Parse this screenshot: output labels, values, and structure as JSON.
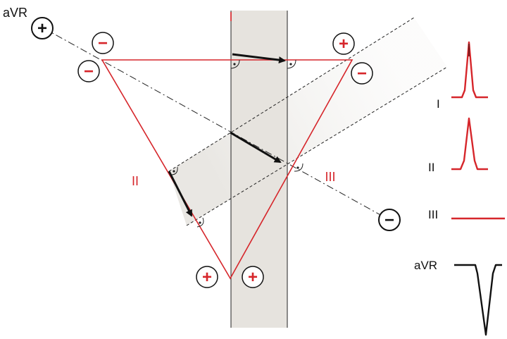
{
  "lead_labels": {
    "lead_i": "I",
    "lead_ii": "II",
    "lead_iii": "III",
    "avr": "aVR"
  },
  "pole_symbols": {
    "plus": "+",
    "minus": "−"
  },
  "waveform_labels": {
    "i": "I",
    "ii": "II",
    "iii": "III",
    "avr": "aVR"
  },
  "colors": {
    "red": "#d6262b",
    "black": "#111111",
    "band_vertical": "#e9e6e1",
    "band_diagonal": "#efeeec"
  }
}
